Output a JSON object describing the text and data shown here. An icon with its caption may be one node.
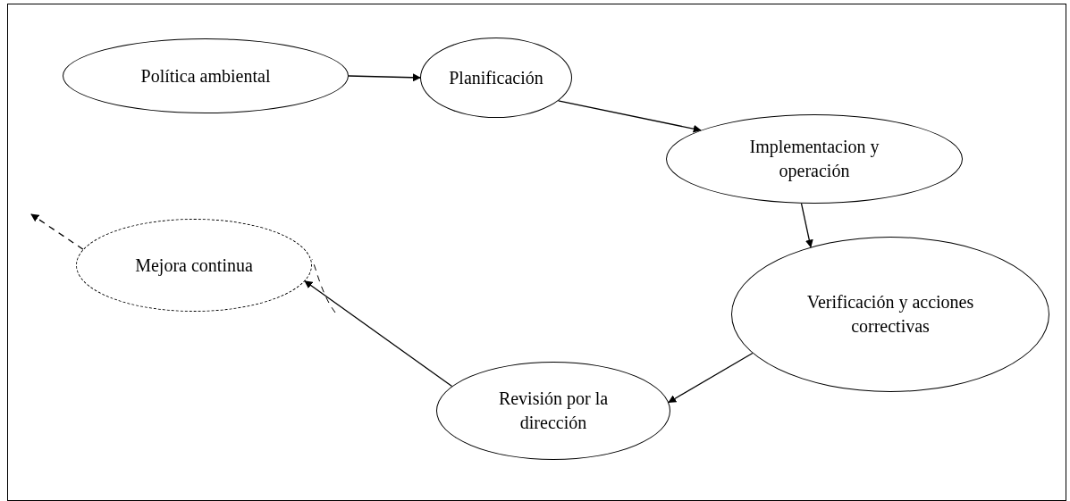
{
  "diagram": {
    "nodes": [
      {
        "text": [
          "Política ambiental"
        ]
      },
      {
        "text": [
          "Planificación"
        ]
      },
      {
        "text": [
          "Implementacion y operación"
        ]
      },
      {
        "text": [
          "Verificación y acciones correctivas"
        ]
      },
      {
        "text": [
          "Revisión por la dirección"
        ]
      },
      {
        "text": [
          "Mejora continua"
        ]
      }
    ],
    "edges": [
      {
        "from": 0,
        "to": 1,
        "arrow": "to"
      },
      {
        "from": 1,
        "to": 2,
        "arrow": "to"
      },
      {
        "from": 2,
        "to": 3,
        "arrow": "to"
      },
      {
        "from": 3,
        "to": 4,
        "arrow": "to"
      },
      {
        "from": 4,
        "to": 5,
        "arrow": "to"
      },
      {
        "from": 5,
        "to": null,
        "arrow": "to",
        "style": "dashed"
      }
    ]
  }
}
